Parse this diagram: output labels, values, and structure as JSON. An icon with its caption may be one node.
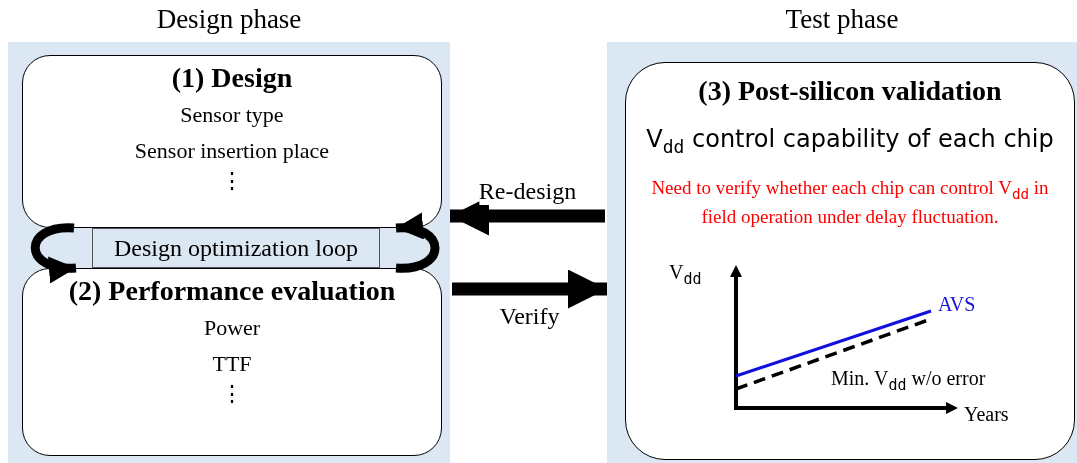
{
  "diagram": {
    "nodes": [
      {
        "text": [
          "Design phase"
        ]
      },
      {
        "text": [
          "(1) Design",
          "Sensor type",
          "Sensor insertion place",
          "⋮"
        ],
        "in": 0
      },
      {
        "text": [
          "Design optimization loop"
        ],
        "in": 0
      },
      {
        "text": [
          "(2) Performance evaluation",
          "Power",
          "TTF",
          "⋮"
        ],
        "in": 0
      },
      {
        "text": [
          "Test phase"
        ]
      },
      {
        "text": [
          "(3) Post-silicon validation",
          "V$_{dd}$ control capability of each chip",
          "Need to verify whether each chip can control V$_{dd}$ in field operation under delay fluctuation."
        ],
        "in": 4
      }
    ],
    "edges": [
      {
        "from": 1,
        "to": 3,
        "arrow": "to"
      },
      {
        "from": 3,
        "to": 1,
        "arrow": "to"
      },
      {
        "from": 4,
        "to": 0,
        "arrow": "to",
        "label": "Re-design"
      },
      {
        "from": 0,
        "to": 4,
        "arrow": "to",
        "label": "Verify"
      }
    ],
    "labels": [
      "V$_{dd}$",
      "AVS",
      "Min. V$_{dd}$ w/o error",
      "Years"
    ]
  }
}
